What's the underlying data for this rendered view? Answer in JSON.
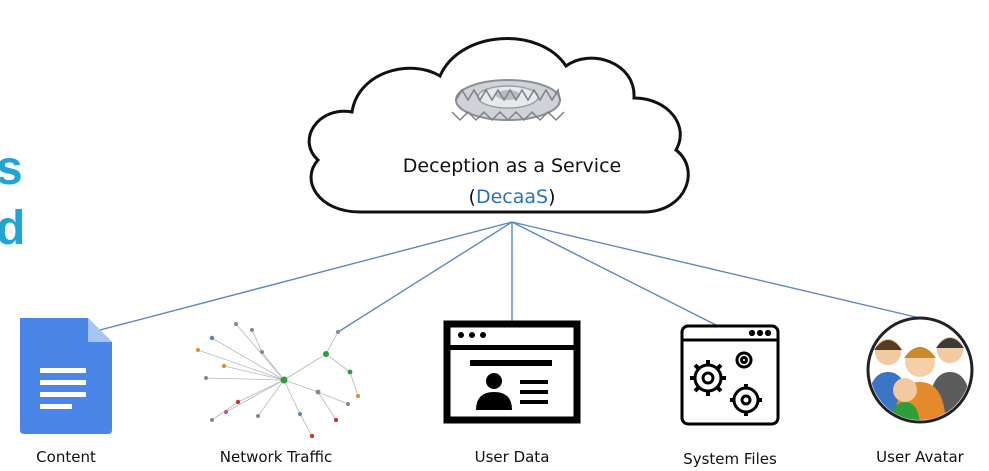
{
  "side_text": {
    "line1": "s",
    "line2": "d"
  },
  "cloud": {
    "title": "Deception as a Service",
    "open_paren": "(",
    "acronym": "DecaaS",
    "close_paren": ")",
    "icon": "bear-trap-icon"
  },
  "nodes": [
    {
      "label": "Content",
      "icon": "document-icon",
      "color": "#4a86e8"
    },
    {
      "label": "Network Traffic",
      "icon": "network-graph-icon"
    },
    {
      "label": "User Data",
      "icon": "user-profile-window-icon"
    },
    {
      "label": "System Files",
      "icon": "gears-window-icon"
    },
    {
      "label": "User Avatar",
      "icon": "user-group-avatar-icon"
    }
  ],
  "colors": {
    "accent": "#1fa4d3",
    "connector": "#5b86c5",
    "acronym": "#2a73b8"
  }
}
